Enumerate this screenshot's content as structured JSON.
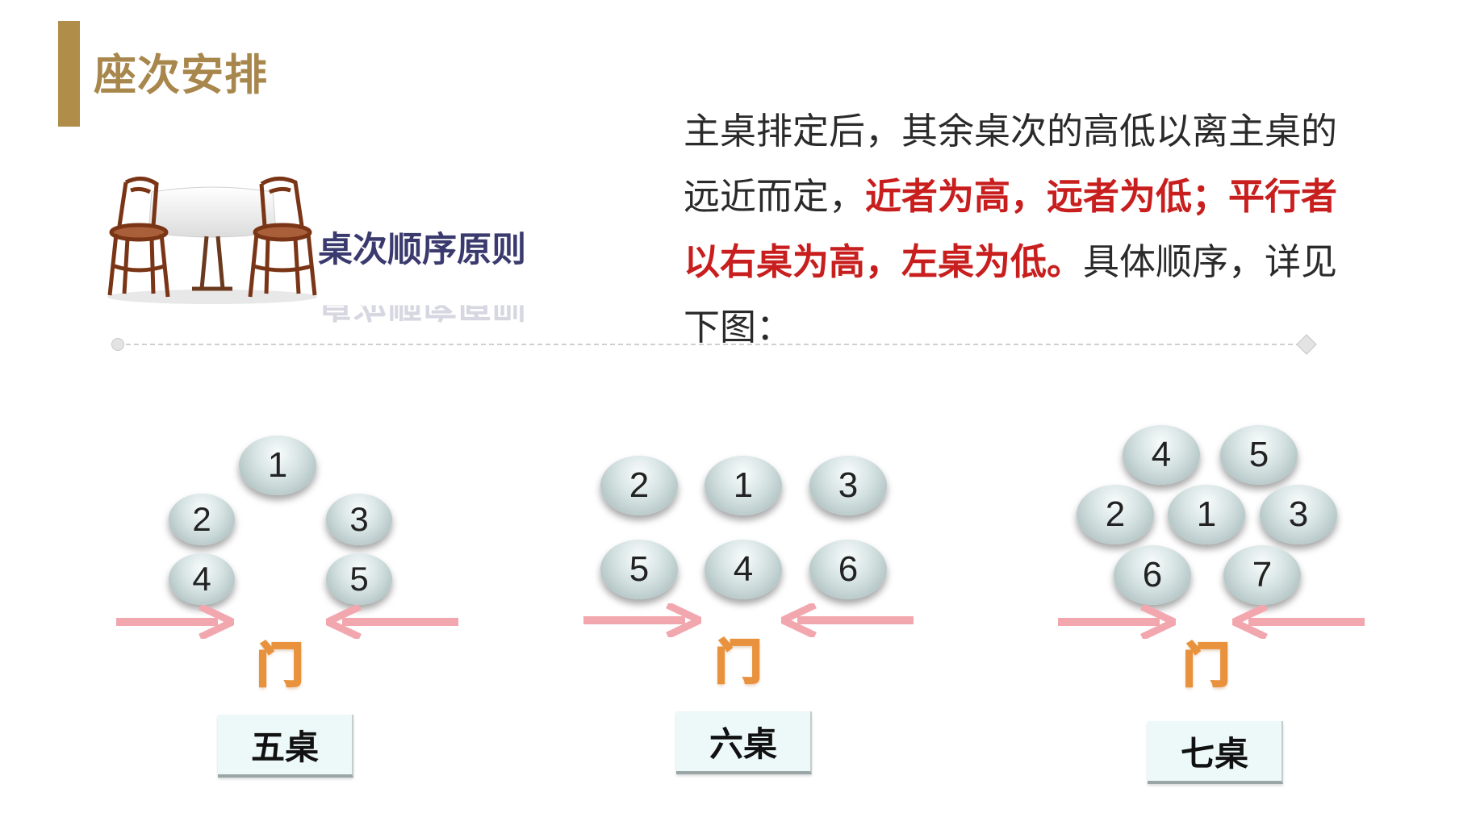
{
  "title": "座次安排",
  "subtitle": "桌次顺序原则",
  "paragraph": {
    "part1": "主桌排定后，其余桌次的高低以离主桌的远近而定，",
    "highlight": "近者为高，远者为低；平行者以右桌为高，左桌为低。",
    "part2": "具体顺序，详见下图："
  },
  "door_label": "门",
  "layouts": [
    {
      "label": "五桌",
      "tables": [
        "1",
        "2",
        "3",
        "4",
        "5"
      ]
    },
    {
      "label": "六桌",
      "tables": [
        "2",
        "1",
        "3",
        "5",
        "4",
        "6"
      ]
    },
    {
      "label": "七桌",
      "tables": [
        "4",
        "5",
        "2",
        "1",
        "3",
        "6",
        "7"
      ]
    }
  ],
  "colors": {
    "title": "#a8874c",
    "accent_bar": "#b08e4a",
    "highlight": "#c81e1e",
    "subtitle": "#3a3a6e",
    "door": "#e9923d",
    "arrow": "#f2a7ae"
  },
  "icons": [
    "table-chairs-illustration",
    "arrow-right-icon",
    "arrow-left-icon",
    "divider-dot-icon",
    "divider-diamond-icon"
  ]
}
